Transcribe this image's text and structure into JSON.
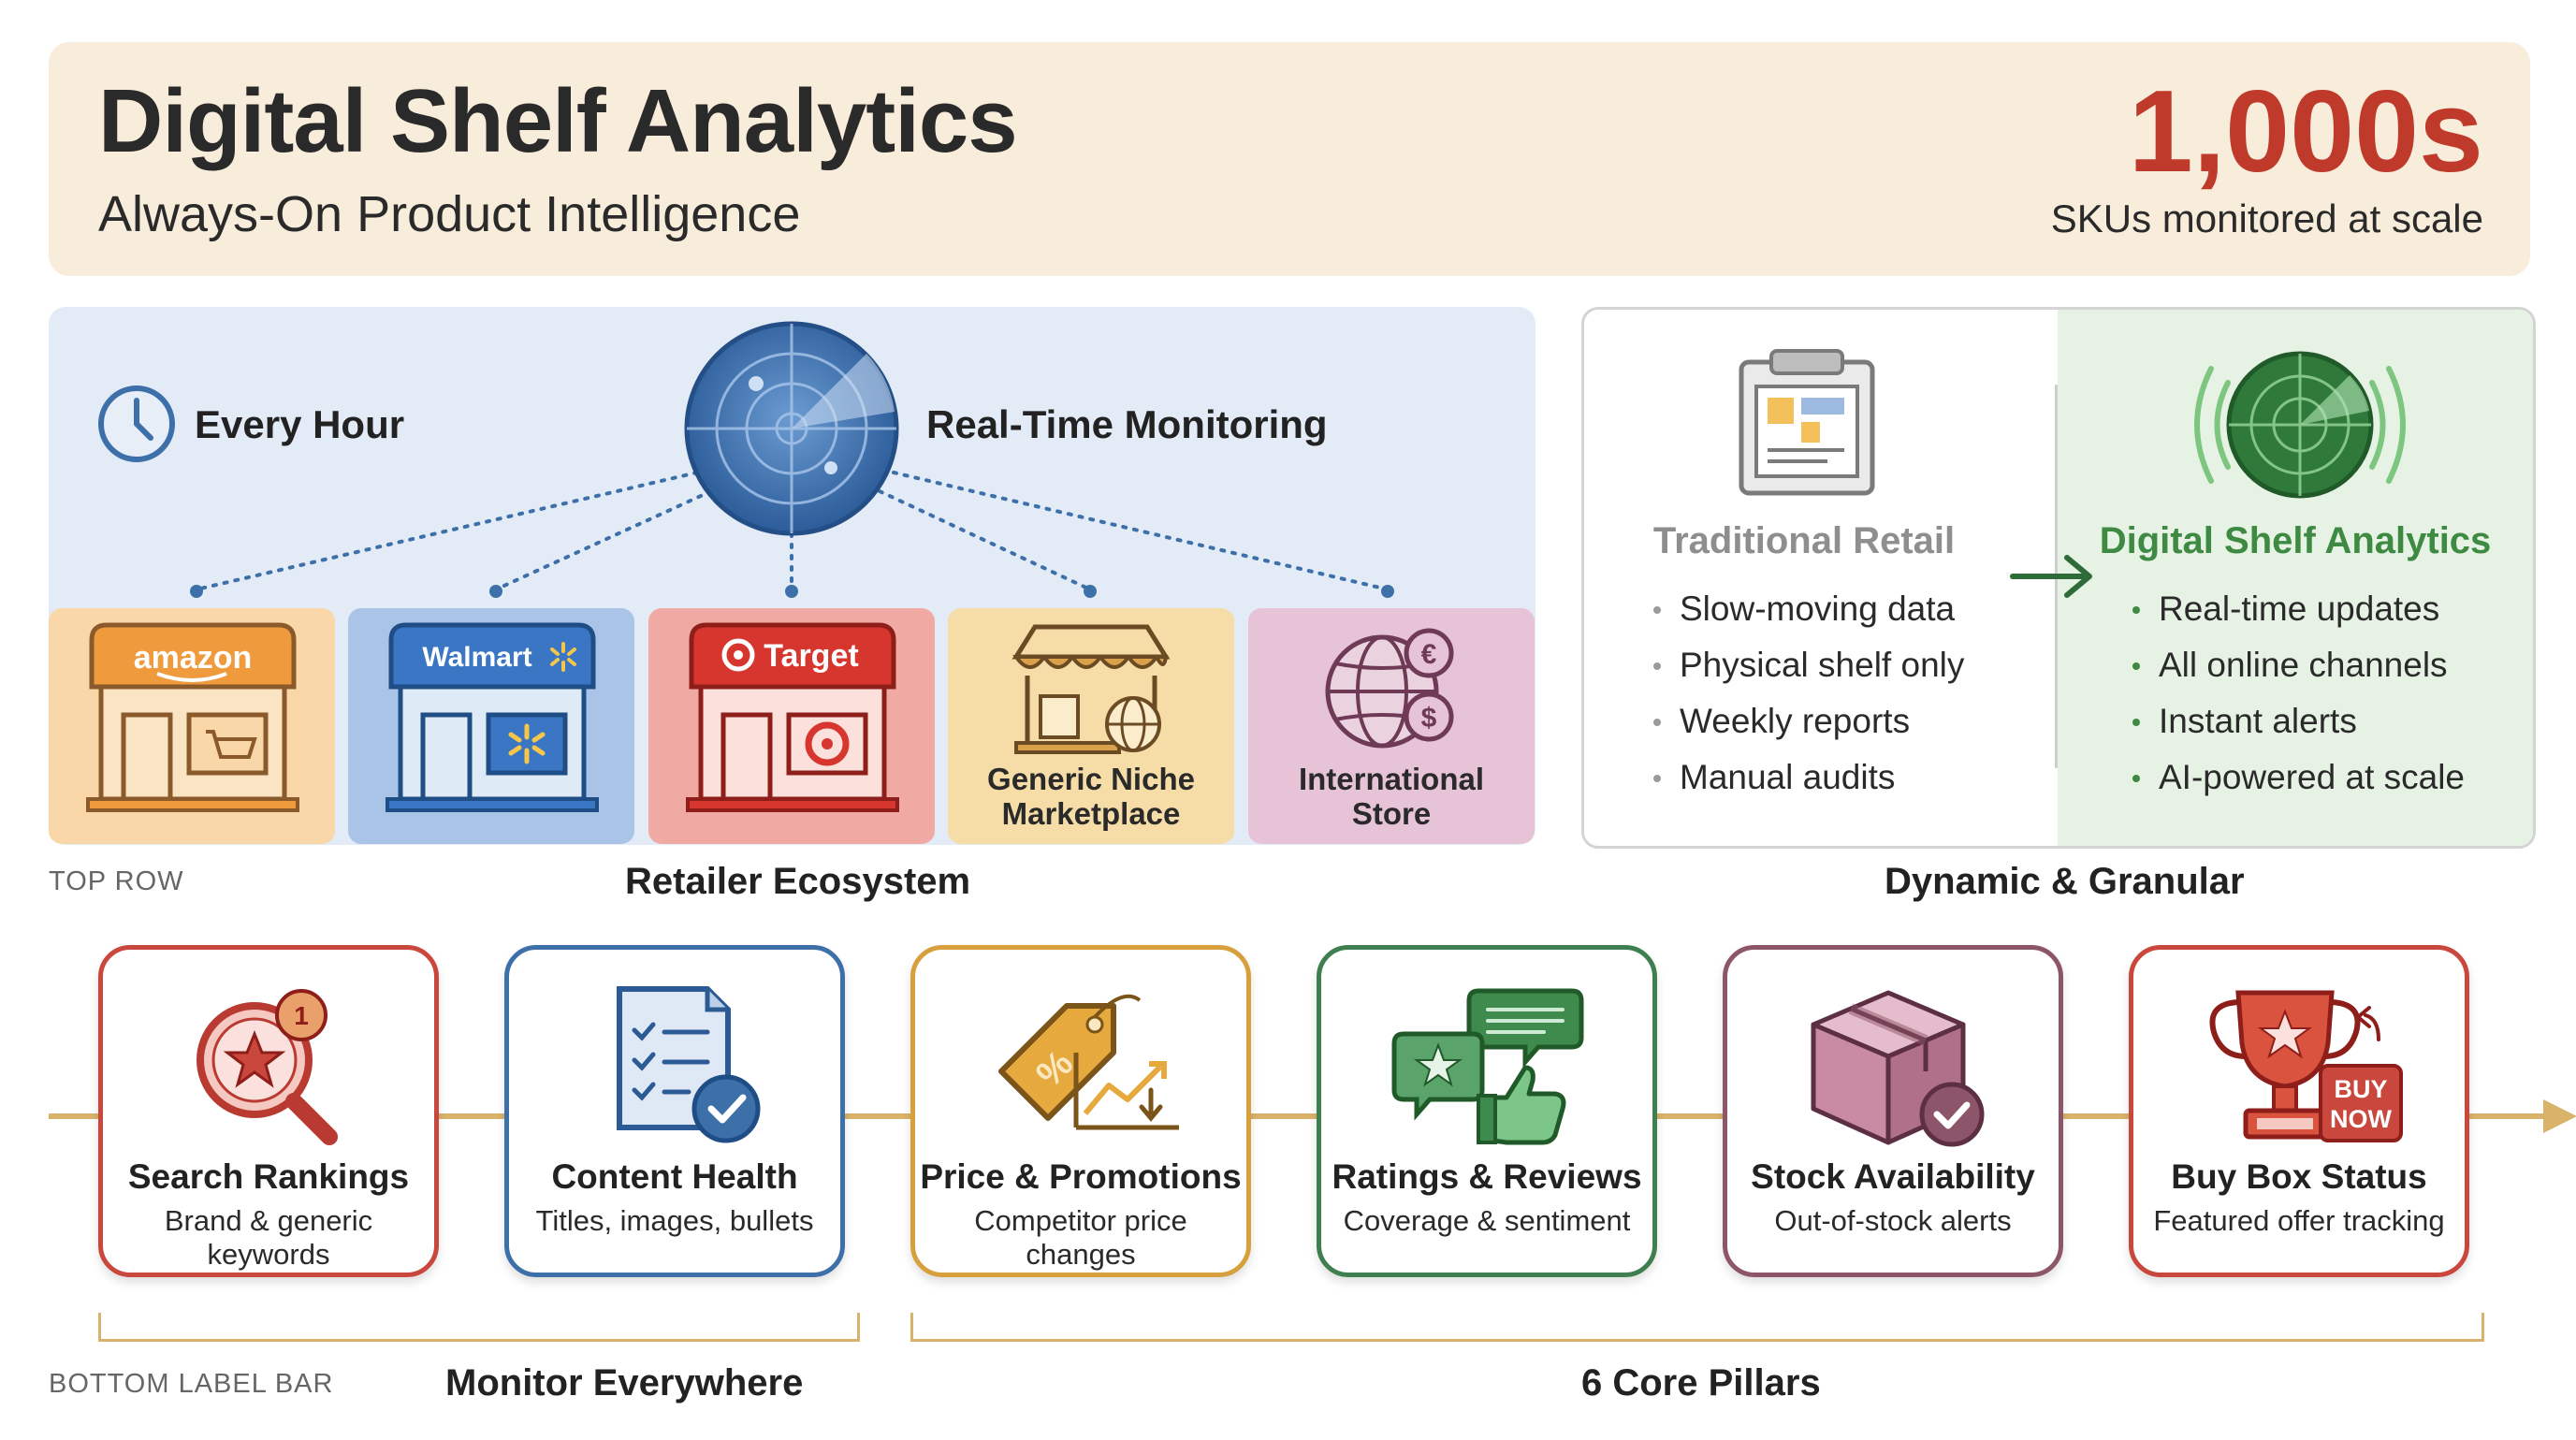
{
  "header": {
    "title": "Digital Shelf Analytics",
    "subtitle": "Always-On Product Intelligence",
    "stat_value": "1,000s",
    "stat_label": "SKUs monitored at scale"
  },
  "ecosystem": {
    "every_hour": "Every Hour",
    "realtime": "Real-Time Monitoring",
    "stores": [
      {
        "name": "amazon",
        "type": "logo"
      },
      {
        "name": "Walmart",
        "type": "logo"
      },
      {
        "name": "Target",
        "type": "logo"
      },
      {
        "name": "Generic Niche Marketplace",
        "type": "text"
      },
      {
        "name": "International Store",
        "type": "text"
      }
    ],
    "generic_line1": "Generic Niche",
    "generic_line2": "Marketplace",
    "intl_line1": "International",
    "intl_line2": "Store",
    "section_title": "Retailer Ecosystem",
    "row_label": "TOP ROW"
  },
  "comparison": {
    "traditional": {
      "heading": "Traditional Retail",
      "items": [
        "Slow-moving data",
        "Physical shelf only",
        "Weekly reports",
        "Manual audits"
      ]
    },
    "dsa": {
      "heading": "Digital Shelf Analytics",
      "items": [
        "Real-time updates",
        "All online channels",
        "Instant alerts",
        "AI-powered at scale"
      ]
    },
    "section_title": "Dynamic & Granular"
  },
  "pillars": [
    {
      "title": "Search Rankings",
      "subtitle": "Brand & generic keywords",
      "color": "#c9473c",
      "icon": "search-ranking-icon"
    },
    {
      "title": "Content Health",
      "subtitle": "Titles, images, bullets",
      "color": "#3d6fa8",
      "icon": "content-checklist-icon"
    },
    {
      "title": "Price & Promotions",
      "subtitle": "Competitor price changes",
      "color": "#d7a03c",
      "icon": "price-tag-icon"
    },
    {
      "title": "Ratings & Reviews",
      "subtitle": "Coverage & sentiment",
      "color": "#3f7e4f",
      "icon": "reviews-chat-icon"
    },
    {
      "title": "Stock Availability",
      "subtitle": "Out-of-stock alerts",
      "color": "#8d5569",
      "icon": "stock-box-icon"
    },
    {
      "title": "Buy Box Status",
      "subtitle": "Featured offer tracking",
      "color": "#c9473c",
      "icon": "buy-box-trophy-icon"
    }
  ],
  "buy_now_line1": "BUY",
  "buy_now_line2": "NOW",
  "footer": {
    "row_label": "BOTTOM LABEL BAR",
    "monitor": "Monitor Everywhere",
    "pillars": "6 Core Pillars"
  },
  "colors": {
    "header_bg": "#f8ecda",
    "accent_red": "#bf3a2b",
    "panel_blue": "#e3ebf6",
    "line_gold": "#d9b36a",
    "green": "#3e8a43"
  }
}
